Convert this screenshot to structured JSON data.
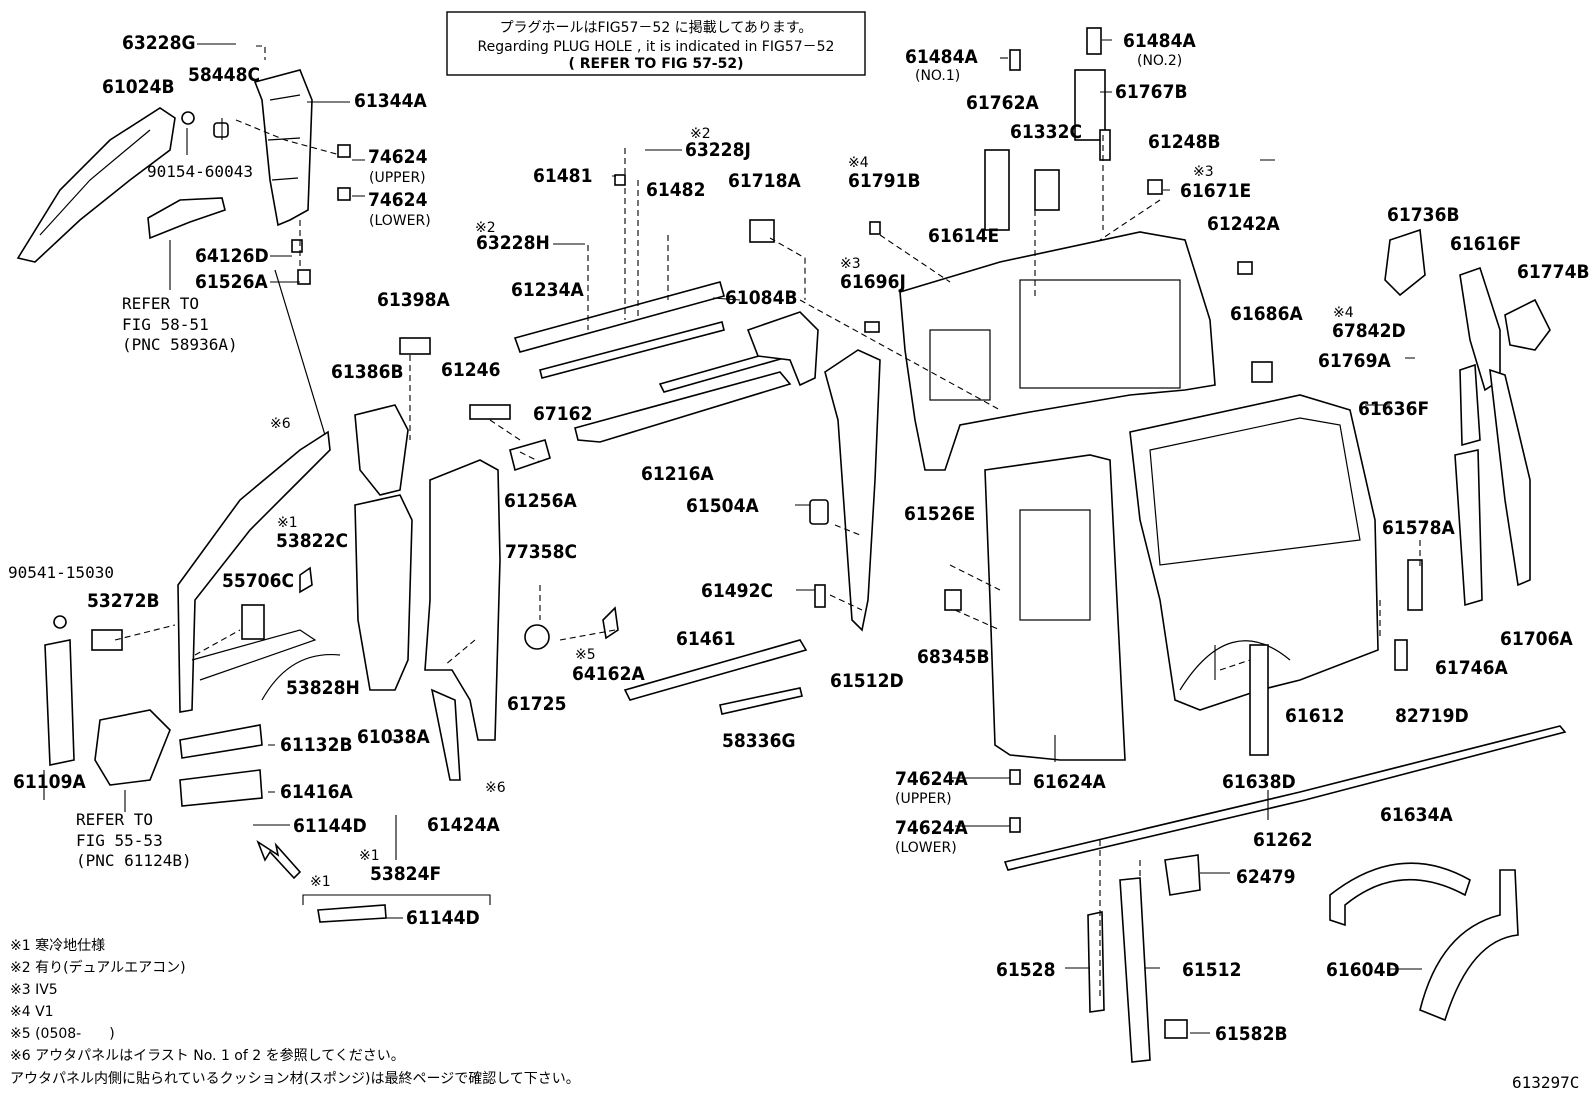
{
  "header_note": {
    "line1": "プラグホールはFIG57－52 に掲載してあります。",
    "line2": "Regarding PLUG HOLE , it is indicated in FIG57－52",
    "line3": "( REFER TO FIG 57-52)"
  },
  "part_labels": {
    "p63228G": "63228G",
    "p61024B": "61024B",
    "p58448C": "58448C",
    "p61344A": "61344A",
    "p90154": "90154-60043",
    "p74624_1": "74624",
    "p74624_1s": "(UPPER)",
    "p74624_2": "74624",
    "p74624_2s": "(LOWER)",
    "p64126D": "64126D",
    "p61526A": "61526A",
    "p61481": "61481",
    "p63228J": "63228J",
    "p61482": "61482",
    "p61718A": "61718A",
    "p63228H": "63228H",
    "p61234A": "61234A",
    "p61084B": "61084B",
    "p67162": "67162",
    "p61216A": "61216A",
    "p61398A": "61398A",
    "p61386B": "61386B",
    "p61246": "61246",
    "p61256A": "61256A",
    "p53822C": "53822C",
    "p55706C": "55706C",
    "p90541": "90541-15030",
    "p53272B": "53272B",
    "p53828H": "53828H",
    "p61038A": "61038A",
    "p61109A": "61109A",
    "p61132B": "61132B",
    "p61416A": "61416A",
    "p61144D_1": "61144D",
    "p53824F": "53824F",
    "p61144D_2": "61144D",
    "p77358C": "77358C",
    "p64162A": "64162A",
    "p61725": "61725",
    "p61424A": "61424A",
    "p61504A": "61504A",
    "p61492C": "61492C",
    "p61461": "61461",
    "p58336G": "58336G",
    "p61512D": "61512D",
    "p61484A_1": "61484A",
    "p61484A_1s": "(NO.1)",
    "p61484A_2": "61484A",
    "p61484A_2s": "(NO.2)",
    "p61762A": "61762A",
    "p61767B": "61767B",
    "p61332C": "61332C",
    "p61248B": "61248B",
    "p61791B": "61791B",
    "p61671E": "61671E",
    "p61614E": "61614E",
    "p61242A": "61242A",
    "p61696J": "61696J",
    "p61686A": "61686A",
    "p61526E": "61526E",
    "p68345B": "68345B",
    "p74624A_1": "74624A",
    "p74624A_1s": "(UPPER)",
    "p74624A_2": "74624A",
    "p74624A_2s": "(LOWER)",
    "p61624A": "61624A",
    "p61638D": "61638D",
    "p61612": "61612",
    "p61262": "61262",
    "p62479": "62479",
    "p61528": "61528",
    "p61512": "61512",
    "p61582B": "61582B",
    "p61736B": "61736B",
    "p61616F": "61616F",
    "p61774B": "61774B",
    "p67842D": "67842D",
    "p61769A": "61769A",
    "p61636F": "61636F",
    "p61578A": "61578A",
    "p61706A": "61706A",
    "p61746A": "61746A",
    "p82719D": "82719D",
    "p61634A": "61634A",
    "p61604D": "61604D"
  },
  "condition_marks": {
    "m1a": "※2",
    "m1b": "※2",
    "m1c": "※4",
    "m1d": "※3",
    "m1e": "※3",
    "m1f": "※4",
    "m1g": "※6",
    "m1h": "※1",
    "m1i": "※5",
    "m1j": "※6",
    "m1k": "※1",
    "m1l": "※1"
  },
  "refer_notes": {
    "ref1_l1": "REFER TO",
    "ref1_l2": "FIG 58-51",
    "ref1_l3": "(PNC 58936A)",
    "ref2_l1": "REFER TO",
    "ref2_l2": "FIG 55-53",
    "ref2_l3": "(PNC 61124B)"
  },
  "footnotes": {
    "n1": "※1 寒冷地仕様",
    "n2": "※2 有り(デュアルエアコン)",
    "n3": "※3 IV5",
    "n4": "※4 V1",
    "n5": "※5 (0508-　　)",
    "n6": "※6 アウタパネルはイラスト No. 1 of 2 を参照してください。",
    "n7": "アウタパネル内側に貼られているクッション材(スポンジ)は最終ページで確認して下さい。"
  },
  "figure_code": "613297C"
}
